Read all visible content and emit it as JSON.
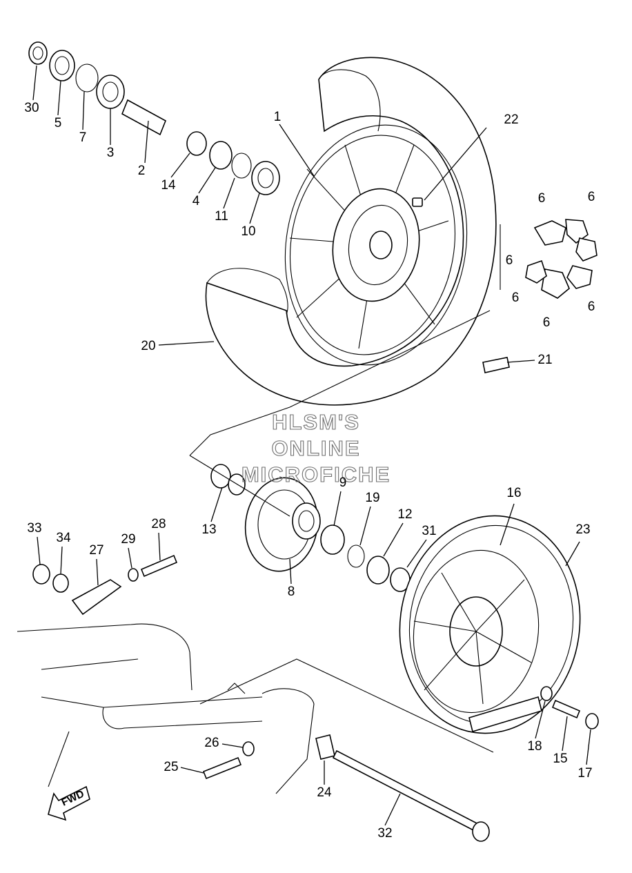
{
  "watermark": {
    "line1": "HLSM'S",
    "line2": "ONLINE",
    "line3": "MICROFICHE"
  },
  "fwd_label": "FWD",
  "callouts": {
    "p1": "1",
    "p2": "2",
    "p3": "3",
    "p4": "4",
    "p5": "5",
    "p6a": "6",
    "p6b": "6",
    "p6c": "6",
    "p6d": "6",
    "p6e": "6",
    "p6f": "6",
    "p7": "7",
    "p8": "8",
    "p9": "9",
    "p10": "10",
    "p11": "11",
    "p12": "12",
    "p13": "13",
    "p14": "14",
    "p15": "15",
    "p16": "16",
    "p17": "17",
    "p18": "18",
    "p19": "19",
    "p20": "20",
    "p21": "21",
    "p22": "22",
    "p23": "23",
    "p24": "24",
    "p25": "25",
    "p26": "26",
    "p27": "27",
    "p28": "28",
    "p29": "29",
    "p30": "30",
    "p31": "31",
    "p32": "32",
    "p33": "33",
    "p34": "34"
  }
}
